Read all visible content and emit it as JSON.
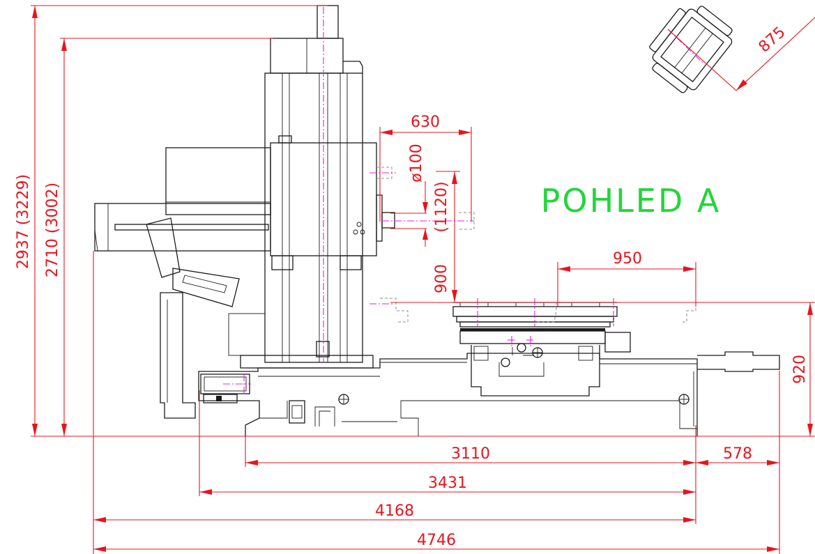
{
  "view_label": "POHLED A",
  "dimensions": {
    "h_2937": "2937 (3229)",
    "h_2710": "2710 (3002)",
    "w_630": "630",
    "d_100": "ø100",
    "h_1120": "(1120)",
    "h_900": "900",
    "w_950": "950",
    "h_920": "920",
    "w_3110": "3110",
    "w_578": "578",
    "w_3431": "3431",
    "w_4168": "4168",
    "w_4746": "4746",
    "diag_875": "875"
  }
}
